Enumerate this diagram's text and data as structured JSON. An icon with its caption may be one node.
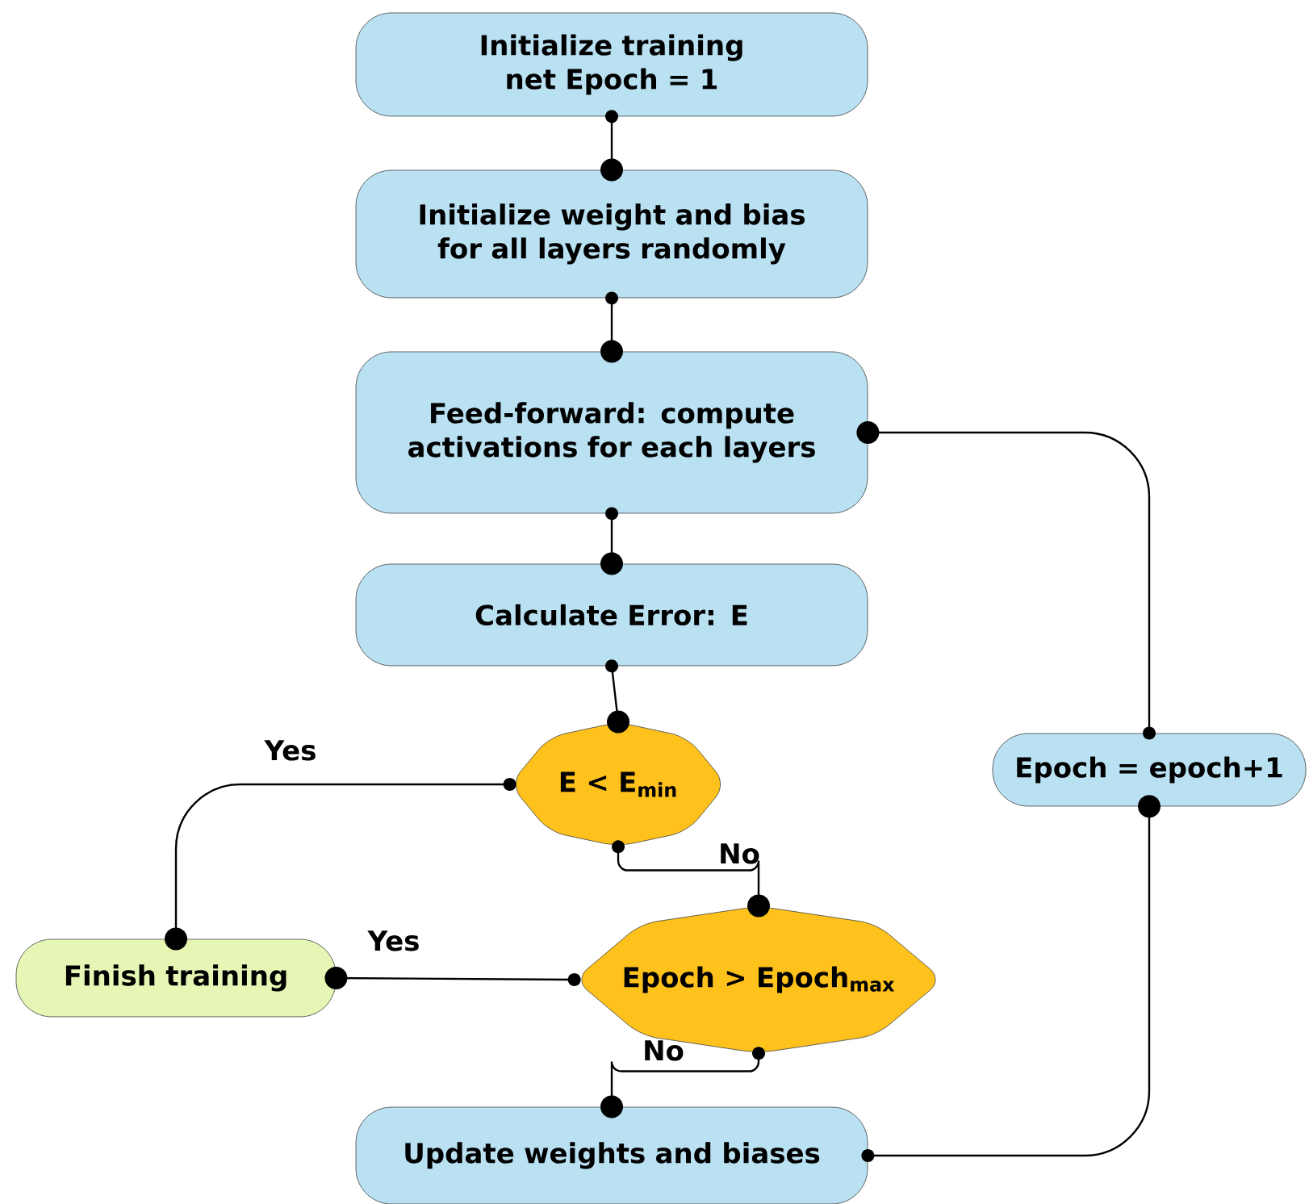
{
  "diagram": {
    "nodes": [
      {
        "text": [
          "Initialize training net Epoch = 1"
        ]
      },
      {
        "text": [
          "Initialize weight and bias for all layers randomly"
        ]
      },
      {
        "text": [
          "Feed-forward: compute activations for each layers"
        ]
      },
      {
        "text": [
          "Calculate Error: E"
        ]
      },
      {
        "text": [
          "E < E$_{min}$"
        ]
      },
      {
        "text": [
          "Epoch = epoch+1"
        ]
      },
      {
        "text": [
          "Finish training"
        ]
      },
      {
        "text": [
          "Epoch > Epoch$_{max}$"
        ]
      },
      {
        "text": [
          "Update weights and biases"
        ]
      }
    ],
    "edges": [
      {
        "from": 0,
        "to": 1,
        "arrow": "other"
      },
      {
        "from": 1,
        "to": 2,
        "arrow": "other"
      },
      {
        "from": 2,
        "to": 3,
        "arrow": "other"
      },
      {
        "from": 3,
        "to": 4,
        "arrow": "other"
      },
      {
        "from": 4,
        "to": 6,
        "arrow": "other",
        "label": "Yes"
      },
      {
        "from": 4,
        "to": 7,
        "arrow": "other",
        "label": "No"
      },
      {
        "from": 7,
        "to": 6,
        "arrow": "other",
        "label": "Yes"
      },
      {
        "from": 7,
        "to": 8,
        "arrow": "other",
        "label": "No"
      },
      {
        "from": 8,
        "to": 5,
        "arrow": "other"
      },
      {
        "from": 5,
        "to": 2,
        "arrow": "other"
      }
    ]
  }
}
